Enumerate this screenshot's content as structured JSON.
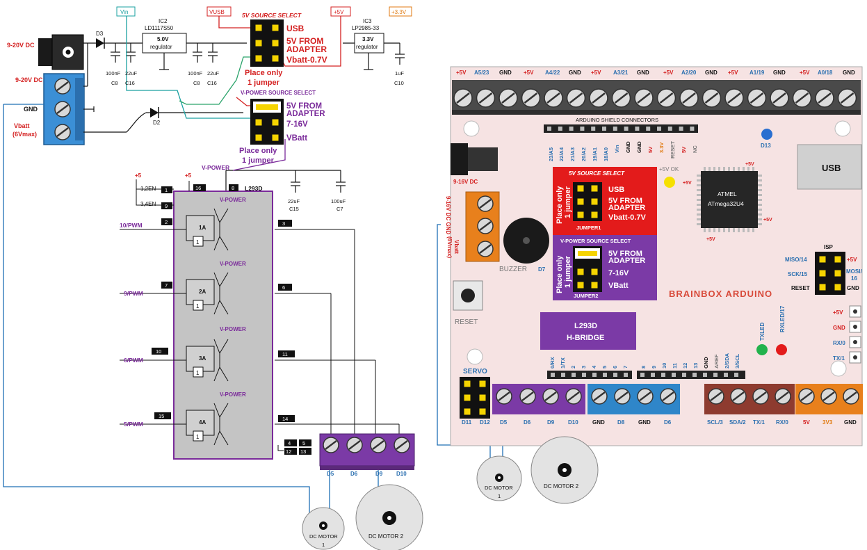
{
  "colors": {
    "red": "#e31b1b",
    "purple": "#7b3aa6",
    "blue": "#2f86c9",
    "orange": "#e8801c",
    "brown": "#8e3b2f",
    "board": "#f6e3e3",
    "chip": "#c4c4c4",
    "wire_blue": "#1f6fb5",
    "wire_green": "#2aa36a",
    "wire_teal": "#1aa0a0"
  },
  "schematic": {
    "input_labels": {
      "dc_jack": "9-20V DC",
      "terminal": "9-20V DC",
      "gnd": "GND",
      "vbatt": "Vbatt",
      "vbatt_sub": "(6Vmax)"
    },
    "diode_labels": [
      "D3",
      "D2"
    ],
    "net_flags": {
      "vin": "Vin",
      "vusb": "VUSB",
      "plus5v": "+5V",
      "plus3v3": "+3.3V"
    },
    "ic2": {
      "name": "IC2",
      "part": "LD1117S50",
      "line1": "5.0V",
      "line2": "regulator"
    },
    "ic3": {
      "name": "IC3",
      "part": "LP2985-33",
      "line1": "3.3V",
      "line2": "regulator"
    },
    "caps": [
      {
        "value": "100nF",
        "ref": "C8"
      },
      {
        "value": "22uF",
        "ref": "C16"
      },
      {
        "value": "100nF",
        "ref": "C8"
      },
      {
        "value": "22uF",
        "ref": "C16"
      },
      {
        "value": "1uF",
        "ref": "C10"
      },
      {
        "value": "22uF",
        "ref": "C15"
      },
      {
        "value": "100uF",
        "ref": "C7"
      }
    ],
    "source_select": {
      "title": "5V SOURCE SELECT",
      "opt1": "USB",
      "opt2a": "5V FROM",
      "opt2b": "ADAPTER",
      "opt3": "Vbatt-0.7V",
      "note1": "Place only",
      "note2": "1 jumper"
    },
    "vpower_select": {
      "title": "V-POWER SOURCE SELECT",
      "opt1a": "5V FROM",
      "opt1b": "ADAPTER",
      "opt2": "7-16V",
      "opt3": "VBatt",
      "note1": "Place only",
      "note2": "1 jumper"
    },
    "l293d": {
      "name": "L293D",
      "vpower": "V-POWER",
      "plus5": "+5",
      "en12": "1,2EN",
      "en34": "3,4EN",
      "pins": [
        "1",
        "9",
        "16",
        "8",
        "2",
        "3",
        "7",
        "6",
        "10",
        "11",
        "15",
        "14",
        "4",
        "5",
        "12",
        "13"
      ],
      "gates": [
        "1A",
        "2A",
        "3A",
        "4A"
      ],
      "inputs": [
        "10/PWM",
        "9/PWM",
        "6/PWM",
        "5/PWM"
      ],
      "gate_one": "1"
    },
    "terminal_labels": [
      "D5",
      "D6",
      "D9",
      "D10"
    ],
    "motor1": {
      "line1": "DC MOTOR",
      "line2": "1"
    },
    "motor2": "DC MOTOR 2"
  },
  "board": {
    "top_labels": [
      "+5V",
      "A5/23",
      "GND",
      "+5V",
      "A4/22",
      "GND",
      "+5V",
      "A3/21",
      "GND",
      "+5V",
      "A2/20",
      "GND",
      "+5V",
      "A1/19",
      "GND",
      "+5V",
      "A0/18",
      "GND"
    ],
    "shield_title": "ARDUINO SHIELD CONNECTORS",
    "shield_labels": [
      "23/A5",
      "22/A4",
      "21/A3",
      "20/A2",
      "19/A1",
      "18/A0",
      "Vin",
      "GND",
      "GND",
      "5V",
      "3.3V",
      "RESET",
      "5V",
      "NC"
    ],
    "d13": "D13",
    "usb": "USB",
    "dc_jack": "9-16V DC",
    "side_terminal_a": "9-16V DC GND",
    "side_terminal_b": "Vbatt",
    "side_terminal_c": "(6Vmax)",
    "buzzer": "BUZZER",
    "buzzer_ref": "D7",
    "reset": "RESET",
    "source_select": {
      "title": "5V SOURCE SELECT",
      "vert1": "Place only",
      "vert2": "1 jumper",
      "opt1": "USB",
      "opt2a": "5V FROM",
      "opt2b": "ADAPTER",
      "opt3": "Vbatt-0.7V",
      "jumper": "JUMPER1"
    },
    "vpower_select": {
      "title": "V-POWER SOURCE SELECT",
      "vert1": "Place only",
      "vert2": "1 jumper",
      "opt1a": "5V FROM",
      "opt1b": "ADAPTER",
      "opt2": "7-16V",
      "opt3": "VBatt",
      "jumper": "JUMPER2"
    },
    "plus5v_ok": "+5V OK",
    "mcu_line1": "ATMEL",
    "mcu_line2": "ATmega32U4",
    "mcu_plus": "+5V",
    "isp": {
      "title": "ISP",
      "miso": "MISO/14",
      "sck": "SCK/15",
      "reset": "RESET",
      "plus5v": "+5V",
      "mosi1": "MOSI/",
      "mosi2": "16",
      "gnd": "GND"
    },
    "brand": "BRAINBOX ARDUINO",
    "hbridge1": "L293D",
    "hbridge2": "H-BRIDGE",
    "txled": "TXLED",
    "rxled": "RXLED/17",
    "right_header": [
      "+5V",
      "GND",
      "RX/0",
      "TX/1"
    ],
    "servo": "SERVO",
    "servo_labels": [
      "D11",
      "D12"
    ],
    "digital_labels": [
      "0/RX",
      "1/TX",
      "2",
      "3",
      "4",
      "5",
      "6",
      "7",
      "8",
      "9",
      "10",
      "11",
      "12",
      "13",
      "GND",
      "AREF",
      "2/SDA",
      "3/SCL"
    ],
    "bottom_purple": [
      "D5",
      "D6",
      "D9",
      "D10"
    ],
    "bottom_blue": [
      "GND",
      "D8",
      "GND",
      "D6"
    ],
    "bottom_brown": [
      "SCL/3",
      "SDA/2",
      "TX/1",
      "RX/0"
    ],
    "bottom_orange": [
      "5V",
      "3V3",
      "GND"
    ],
    "motor1": {
      "line1": "DC MOTOR",
      "line2": "1"
    },
    "motor2": "DC MOTOR 2"
  }
}
